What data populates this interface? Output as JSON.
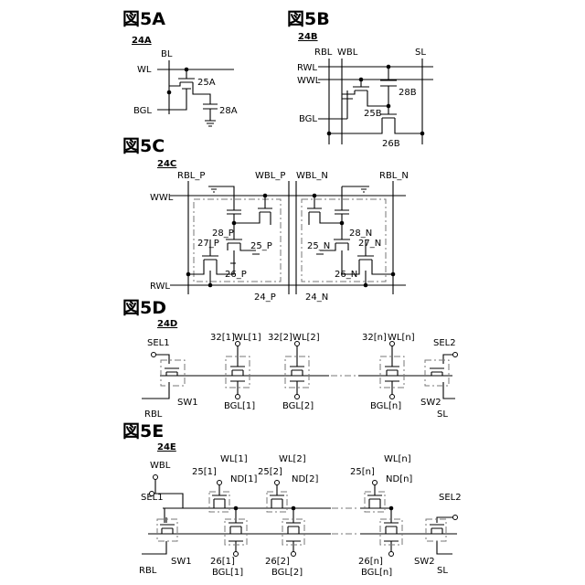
{
  "fig5a": {
    "title": "図5A",
    "ref": "24A",
    "bl": "BL",
    "wl": "WL",
    "bgl": "BGL",
    "t": "25A",
    "c": "28A"
  },
  "fig5b": {
    "title": "図5B",
    "ref": "24B",
    "rbl": "RBL",
    "wbl": "WBL",
    "sl": "SL",
    "rwl": "RWL",
    "wwl": "WWL",
    "bgl": "BGL",
    "c": "28B",
    "t1": "25B",
    "t2": "26B"
  },
  "fig5c": {
    "title": "図5C",
    "ref": "24C",
    "rbl_p": "RBL_P",
    "wbl_p": "WBL_P",
    "wbl_n": "WBL_N",
    "rbl_n": "RBL_N",
    "wwl": "WWL",
    "rwl": "RWL",
    "c28p": "28_P",
    "t27p": "27_P",
    "t25p": "25_P",
    "t26p": "26_P",
    "cell_p": "24_P",
    "c28n": "28_N",
    "t25n": "25_N",
    "t27n": "27_N",
    "t26n": "26_N",
    "cell_n": "24_N"
  },
  "fig5d": {
    "title": "図5D",
    "ref": "24D",
    "sel1": "SEL1",
    "sel2": "SEL2",
    "rbl": "RBL",
    "sl": "SL",
    "sw1": "SW1",
    "sw2": "SW2",
    "c1": "32[1]",
    "c2": "32[2]",
    "cn": "32[n]",
    "wl1": "WL[1]",
    "wl2": "WL[2]",
    "wln": "WL[n]",
    "bgl1": "BGL[1]",
    "bgl2": "BGL[2]",
    "bgln": "BGL[n]"
  },
  "fig5e": {
    "title": "図5E",
    "ref": "24E",
    "wbl": "WBL",
    "sel1": "SEL1",
    "sel2": "SEL2",
    "rbl": "RBL",
    "sl": "SL",
    "sw1": "SW1",
    "sw2": "SW2",
    "w1": "WL[1]",
    "w2": "WL[2]",
    "wn": "WL[n]",
    "t1": "25[1]",
    "t2": "25[2]",
    "tn": "25[n]",
    "nd1": "ND[1]",
    "nd2": "ND[2]",
    "ndn": "ND[n]",
    "r1": "26[1]",
    "r2": "26[2]",
    "rn": "26[n]",
    "b1": "BGL[1]",
    "b2": "BGL[2]",
    "bn": "BGL[n]"
  }
}
